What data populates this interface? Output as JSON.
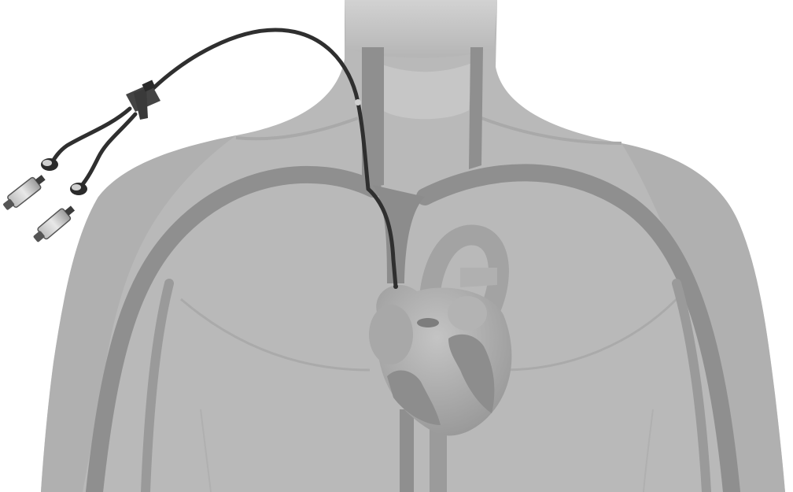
{
  "illustration": {
    "subject": "central-venous-catheter-placement",
    "palette": {
      "background": "#ffffff",
      "torso": "#b9b9b9",
      "torso_shadow": "#a7a7a7",
      "neck": "#c2c2c2",
      "vessel": "#8f8f8f",
      "vessel_light": "#9b9b9b",
      "heart": "#a3a3a3",
      "heart_dark": "#8c8c8c",
      "catheter": "#2f2f2f",
      "hub": "#555555"
    },
    "icons": [
      "torso-silhouette",
      "neck",
      "blood-vessels",
      "heart",
      "catheter-line",
      "luer-connector"
    ]
  }
}
